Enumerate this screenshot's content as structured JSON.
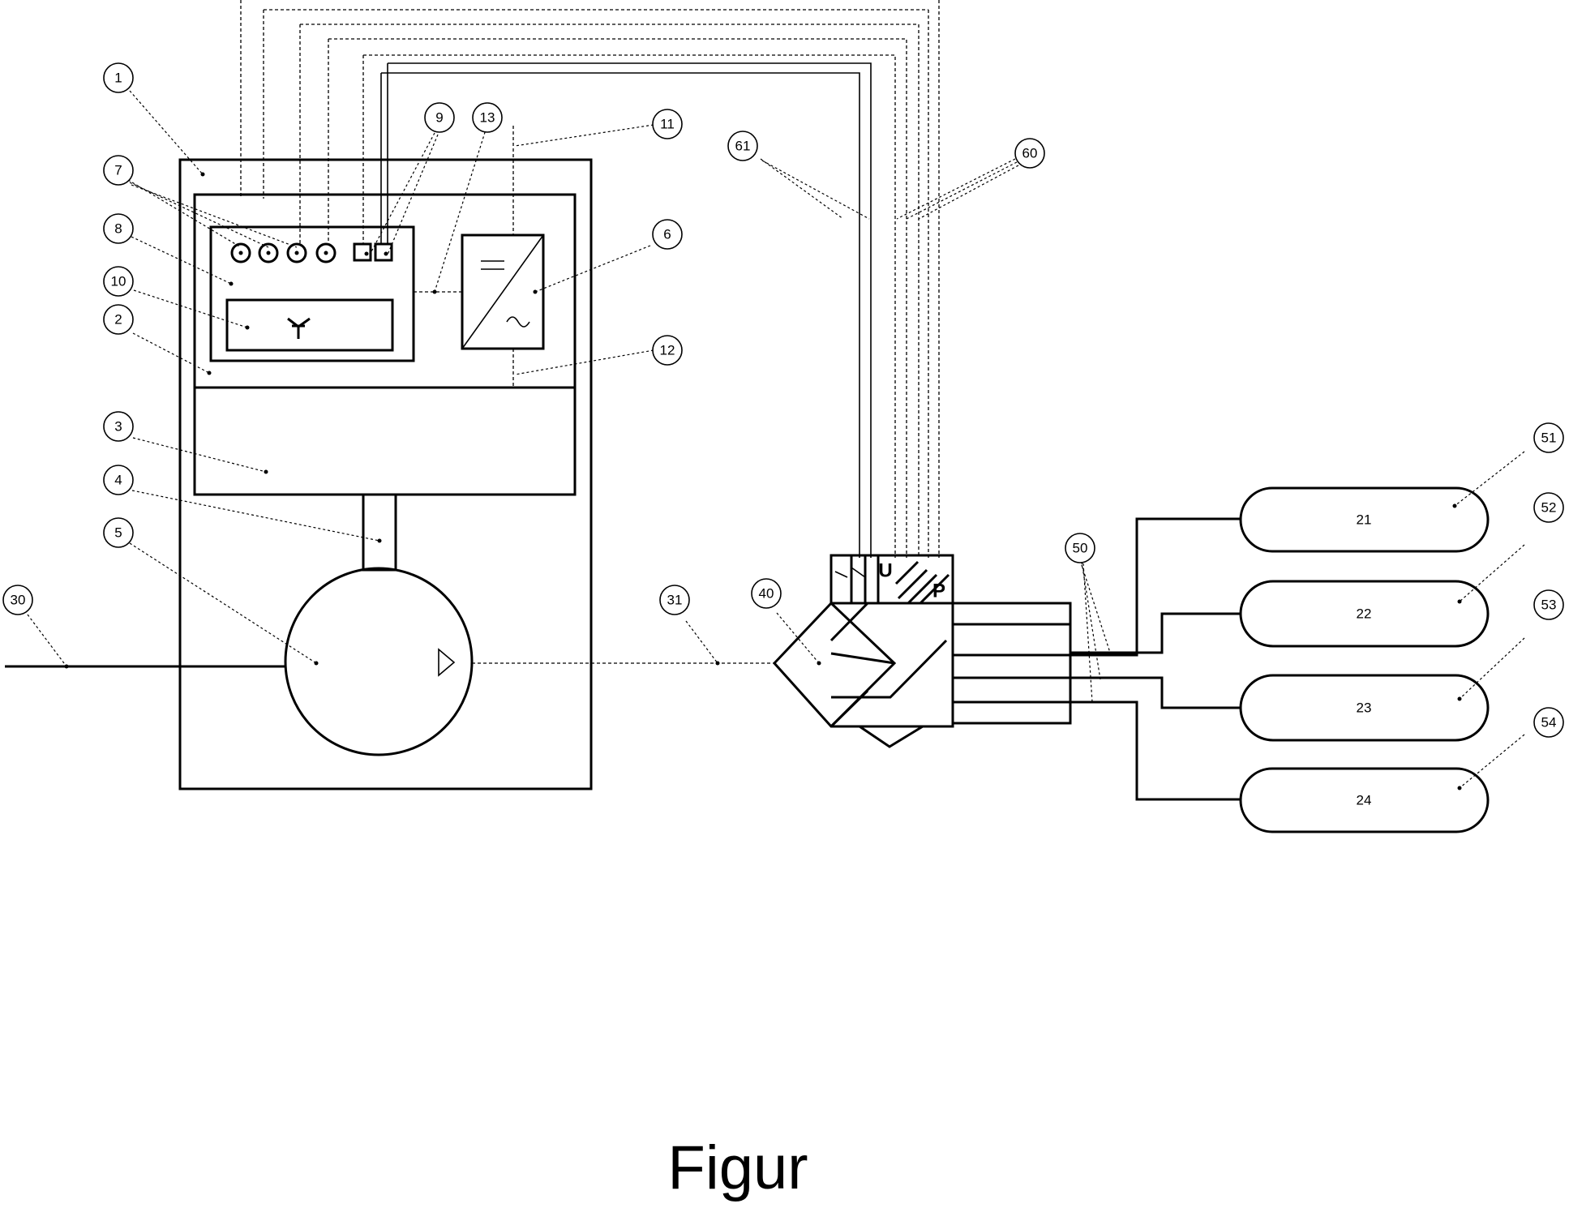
{
  "figure": {
    "caption": "Figur"
  },
  "reference_numerals": [
    "1",
    "2",
    "3",
    "4",
    "5",
    "6",
    "7",
    "8",
    "9",
    "10",
    "11",
    "12",
    "13",
    "30",
    "31",
    "40",
    "50",
    "51",
    "52",
    "53",
    "54",
    "60",
    "61"
  ],
  "tanks": [
    {
      "label": "21"
    },
    {
      "label": "22"
    },
    {
      "label": "23"
    },
    {
      "label": "24"
    }
  ],
  "valve_block": {
    "u_label": "U",
    "p_label": "P"
  }
}
